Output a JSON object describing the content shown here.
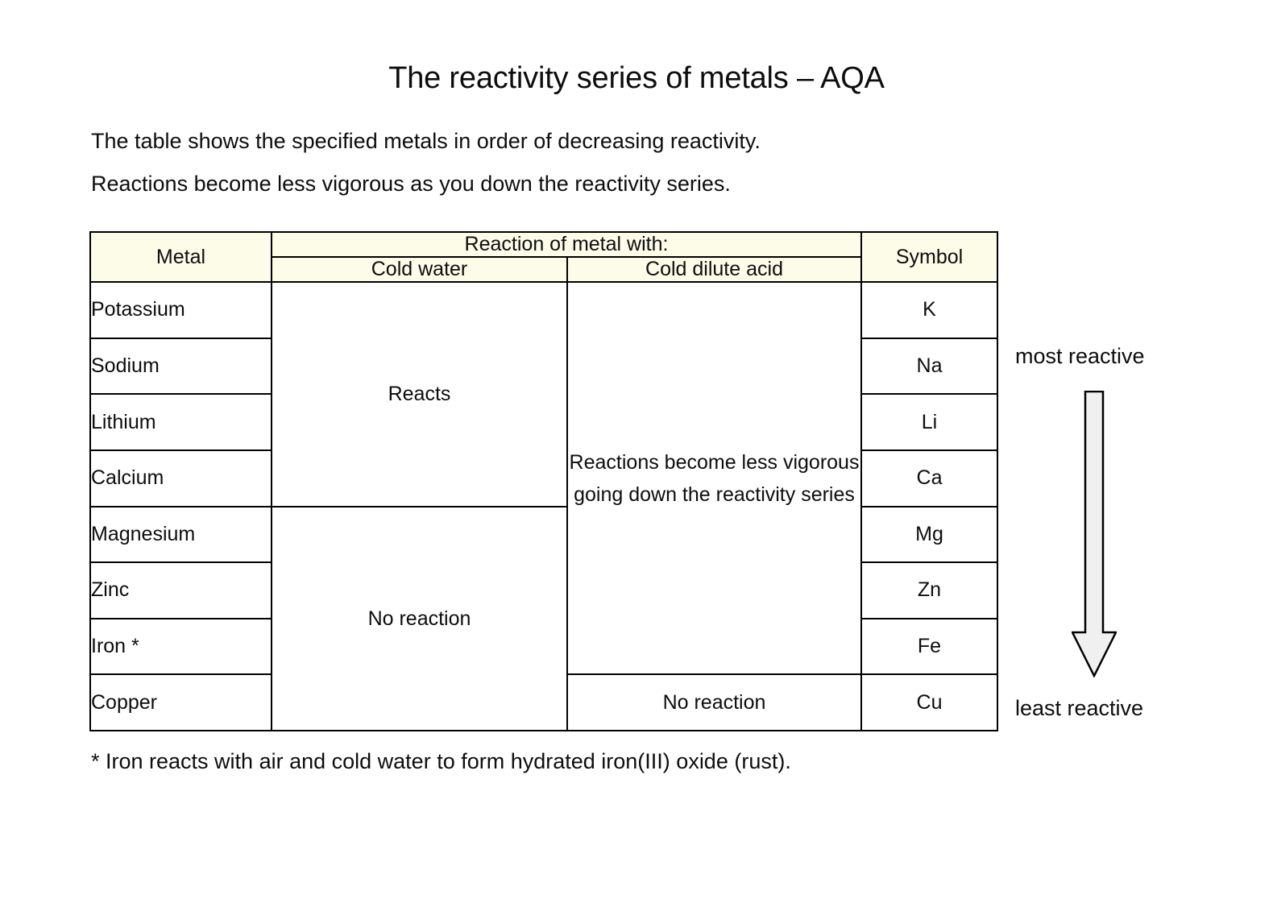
{
  "document": {
    "title": "The reactivity series of metals – AQA",
    "intro_line_1": "The table shows the specified metals in order of decreasing reactivity.",
    "intro_line_2": "Reactions become less vigorous as you down the reactivity series.",
    "footnote": "* Iron reacts with air and cold water to form hydrated iron(III) oxide (rust)."
  },
  "table": {
    "headers": {
      "metal": "Metal",
      "reaction_group": "Reaction of metal with:",
      "cold_water": "Cold water",
      "cold_dilute_acid": "Cold dilute acid",
      "symbol": "Symbol"
    },
    "rows": [
      {
        "metal": "Potassium",
        "symbol": "K"
      },
      {
        "metal": "Sodium",
        "symbol": "Na"
      },
      {
        "metal": "Lithium",
        "symbol": "Li"
      },
      {
        "metal": "Calcium",
        "symbol": "Ca"
      },
      {
        "metal": "Magnesium",
        "symbol": "Mg"
      },
      {
        "metal": "Zinc",
        "symbol": "Zn"
      },
      {
        "metal": "Iron *",
        "symbol": "Fe"
      },
      {
        "metal": "Copper",
        "symbol": "Cu"
      }
    ],
    "merged_cells": {
      "water_reacts": "Reacts",
      "water_no_reaction": "No reaction",
      "acid_less_vigorous": "Reactions become less vigorous going down the reactivity series",
      "acid_no_reaction": "No reaction"
    }
  },
  "annotation": {
    "most_reactive": "most reactive",
    "least_reactive": "least reactive",
    "arrow_direction": "down"
  },
  "colors": {
    "header_background": "#fcfce8",
    "border": "#000000",
    "text": "#0d0d0d",
    "arrow_fill": "#f0f0f0",
    "page_background": "#ffffff"
  }
}
